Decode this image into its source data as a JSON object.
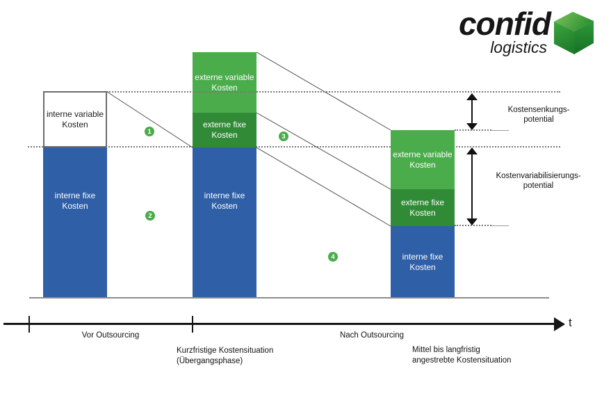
{
  "logo": {
    "wordmark": "confid",
    "subtitle": "logistics"
  },
  "icons": {
    "logo_cube": "green-3d-cube",
    "double_arrow": "vertical-double-headed-arrow",
    "axis_arrow": "right-pointing-arrowhead"
  },
  "colors": {
    "blue": "#2F5FA7",
    "green": "#4AAC4B",
    "dark_green": "#318A36",
    "line_gray": "#8C8C8C",
    "ink": "#161616"
  },
  "bars": [
    {
      "name": "vor-outsourcing",
      "segments": [
        {
          "key": "interne-variable-kosten",
          "line1": "interne variable",
          "line2": "Kosten"
        },
        {
          "key": "interne-fixe-kosten",
          "line1": "interne fixe",
          "line2": "Kosten"
        }
      ]
    },
    {
      "name": "kurzfristige-kostensituation",
      "segments": [
        {
          "key": "externe-variable-kosten",
          "line1": "externe variable",
          "line2": "Kosten"
        },
        {
          "key": "externe-fixe-kosten",
          "line1": "externe fixe",
          "line2": "Kosten"
        },
        {
          "key": "interne-fixe-kosten",
          "line1": "interne fixe",
          "line2": "Kosten"
        }
      ]
    },
    {
      "name": "mittel-langfristige-kostensituation",
      "segments": [
        {
          "key": "externe-variable-kosten",
          "line1": "externe variable",
          "line2": "Kosten"
        },
        {
          "key": "externe-fixe-kosten",
          "line1": "externe fixe",
          "line2": "Kosten"
        },
        {
          "key": "interne-fixe-kosten",
          "line1": "interne fixe",
          "line2": "Kosten"
        }
      ]
    }
  ],
  "markers": [
    {
      "label": "1"
    },
    {
      "label": "2"
    },
    {
      "label": "3"
    },
    {
      "label": "4"
    }
  ],
  "side_labels": {
    "senkung_line1": "Kostensenkungs-",
    "senkung_line2": "potential",
    "variabilisierung_line1": "Kostenvariabilisierungs-",
    "variabilisierung_line2": "potential"
  },
  "axis": {
    "t_label": "t",
    "phase_before": "Vor Outsourcing",
    "phase_after": "Nach Outsourcing",
    "caption_shortterm_line1": "Kurzfristige Kostensituation",
    "caption_shortterm_line2": "(Übergangsphase)",
    "caption_longterm_line1": "Mittel bis langfristig",
    "caption_longterm_line2": "angestrebte Kostensituation"
  }
}
